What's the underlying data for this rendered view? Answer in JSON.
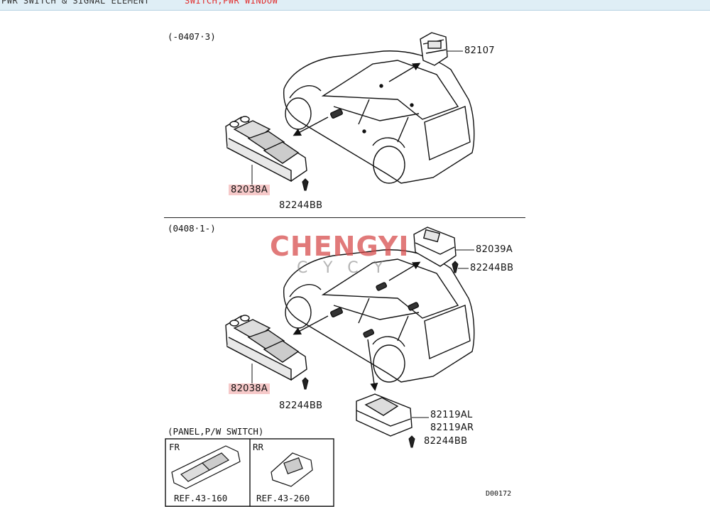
{
  "header": {
    "text_dark": "PWR SWITCH & SIGNAL ELEMENT",
    "text_red": "SWITCH,PWR WINDOW"
  },
  "sections": {
    "top_range": "(-0407·3)",
    "bottom_range": "(0408·1-)"
  },
  "top_parts": {
    "rear_switch": "82107",
    "master_switch": "82038A",
    "screw": "82244BB"
  },
  "bottom_parts": {
    "roof_switch": "82039A",
    "roof_screw": "82244BB",
    "master_switch": "82038A",
    "master_screw": "82244BB",
    "rear_switch_l": "82119AL",
    "rear_switch_r": "82119AR",
    "rear_screw": "82244BB"
  },
  "panel": {
    "title": "(PANEL,P/W SWITCH)",
    "fr_label": "FR",
    "rr_label": "RR",
    "fr_ref": "REF.43-160",
    "rr_ref": "REF.43-260"
  },
  "watermark": {
    "main": "CHENGYI",
    "sub": "CYCY"
  },
  "figure_code": "D00172",
  "colors": {
    "highlight": "#f6c9c9",
    "watermark": "#d64646",
    "header_bg": "#dfeef6"
  }
}
